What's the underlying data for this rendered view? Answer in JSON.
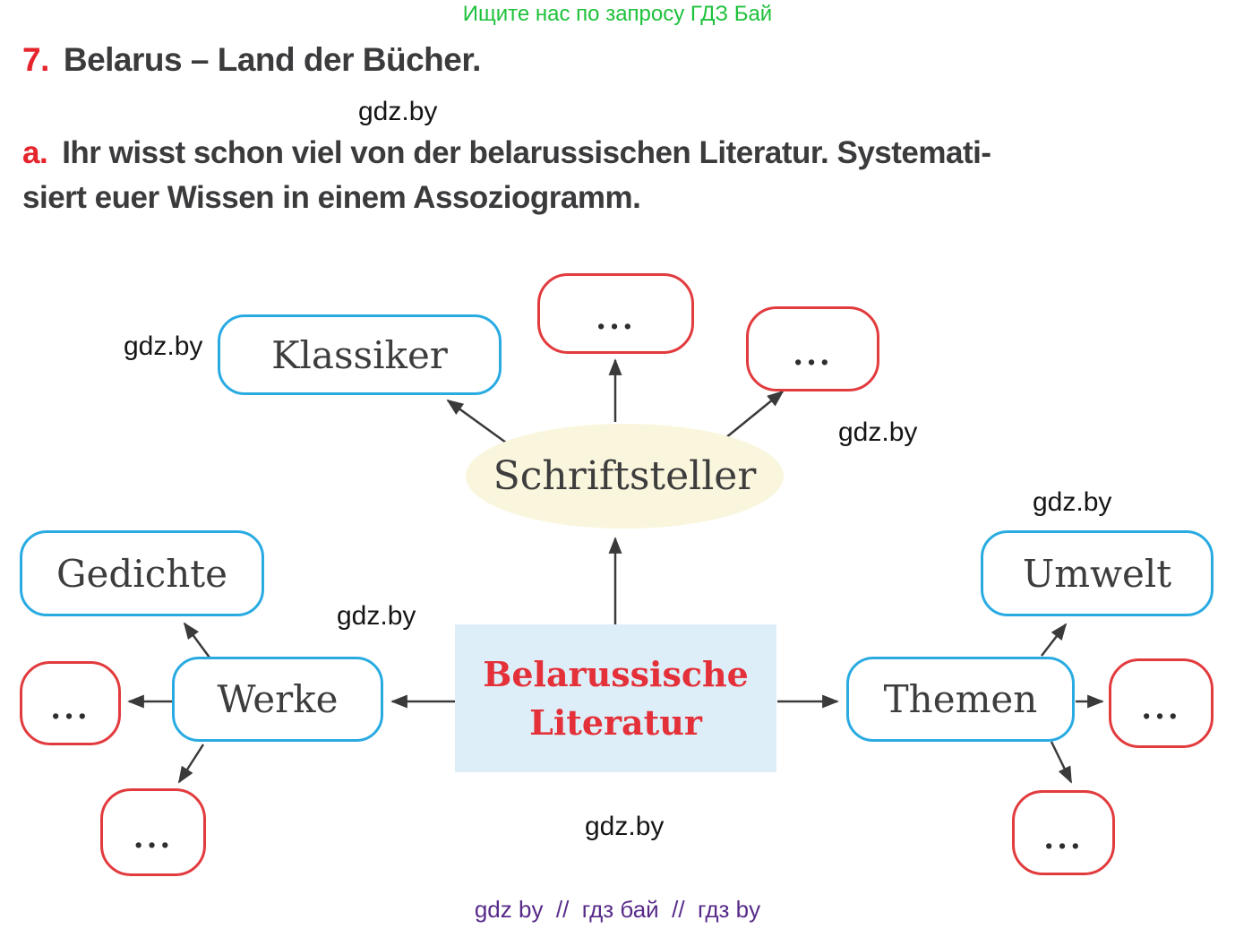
{
  "colors": {
    "accent_blue": "#29abe2",
    "accent_red": "#e23b3e",
    "center_fill": "#ddeef8",
    "hub_fill": "#faf6dd",
    "heading_red": "#e5242c",
    "center_text_red": "#e43039",
    "promo_green": "#1ec13b",
    "footer_purple": "#572a8a",
    "body_text": "#3b3b3d",
    "arrow_color": "#3a3a3a"
  },
  "promo": {
    "text": "Ищите нас по запросу ГДЗ Бай"
  },
  "heading": {
    "number": "7.",
    "title": "Belarus – Land der Bücher."
  },
  "task": {
    "label": "a.",
    "line1": "Ihr wisst schon viel von der belarussischen Literatur. Systemati-",
    "line2": "siert euer Wissen in einem Assoziogramm."
  },
  "watermark": {
    "text": "gdz.by"
  },
  "diagram": {
    "center": {
      "line1": "Belarussische",
      "line2": "Literatur"
    },
    "hub": "Schriftsteller",
    "nodes": {
      "klassiker": "Klassiker",
      "gedichte": "Gedichte",
      "werke": "Werke",
      "umwelt": "Umwelt",
      "themen": "Themen"
    },
    "placeholder": "..."
  },
  "footer": {
    "text": "gdz by  //  гдз бай  //  гдз by"
  }
}
